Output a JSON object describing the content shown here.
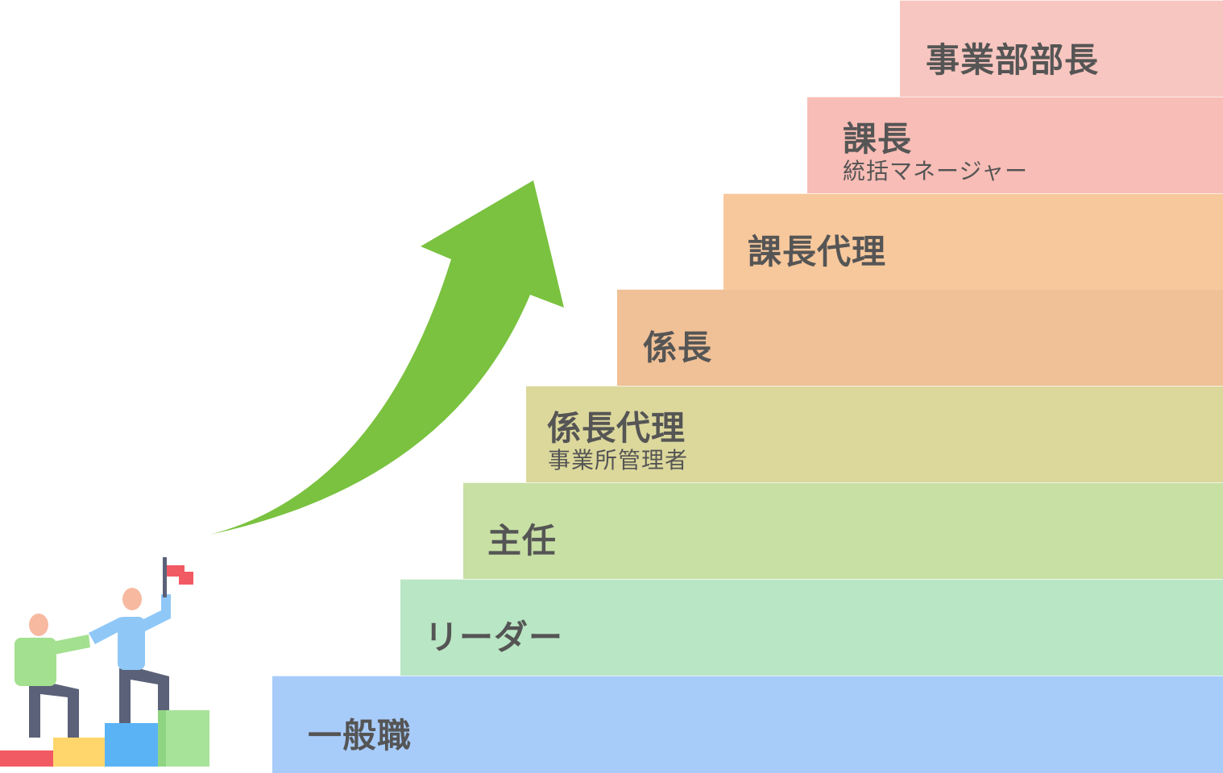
{
  "steps": [
    {
      "title": "一般職",
      "subtitle": "",
      "color": "#a8ccfa"
    },
    {
      "title": "リーダー",
      "subtitle": "",
      "color": "#b9e6c4"
    },
    {
      "title": "主任",
      "subtitle": "",
      "color": "#c8e0a4"
    },
    {
      "title": "係長代理",
      "subtitle": "事業所管理者",
      "color": "#dcd89c"
    },
    {
      "title": "係長",
      "subtitle": "",
      "color": "#f0c096"
    },
    {
      "title": "課長代理",
      "subtitle": "",
      "color": "#f7c89c"
    },
    {
      "title": "課長",
      "subtitle": "統括マネージャー",
      "color": "#f8bdb6"
    },
    {
      "title": "事業部部長",
      "subtitle": "",
      "color": "#f8c6c0"
    }
  ],
  "arrow": {
    "color": "#7ac23f",
    "icon": "growth-arrow-icon"
  },
  "illustration": {
    "icon": "teamwork-climbing-icon"
  }
}
